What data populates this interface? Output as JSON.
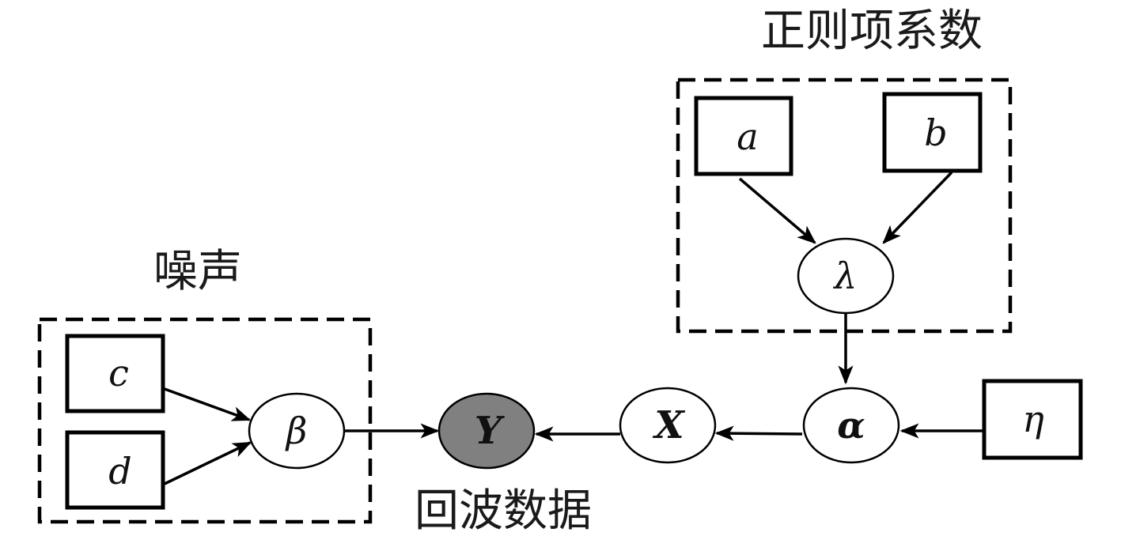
{
  "groups": {
    "regularization": {
      "label": "正则项系数"
    },
    "noise": {
      "label": "噪声"
    },
    "observed": {
      "label": "回波数据"
    }
  },
  "nodes": {
    "a": {
      "symbol": "a",
      "kind": "hyperparameter"
    },
    "b": {
      "symbol": "b",
      "kind": "hyperparameter"
    },
    "c": {
      "symbol": "c",
      "kind": "hyperparameter"
    },
    "d": {
      "symbol": "d",
      "kind": "hyperparameter"
    },
    "eta": {
      "symbol": "η",
      "kind": "hyperparameter"
    },
    "lambda": {
      "symbol": "λ",
      "kind": "latent"
    },
    "beta": {
      "symbol": "β",
      "kind": "latent"
    },
    "alpha": {
      "symbol": "α",
      "kind": "latent"
    },
    "X": {
      "symbol": "X",
      "kind": "latent"
    },
    "Y": {
      "symbol": "Y",
      "kind": "observed"
    }
  },
  "edges": [
    {
      "from": "a",
      "to": "lambda"
    },
    {
      "from": "b",
      "to": "lambda"
    },
    {
      "from": "lambda",
      "to": "alpha"
    },
    {
      "from": "eta",
      "to": "alpha"
    },
    {
      "from": "alpha",
      "to": "X"
    },
    {
      "from": "X",
      "to": "Y"
    },
    {
      "from": "c",
      "to": "beta"
    },
    {
      "from": "d",
      "to": "beta"
    },
    {
      "from": "beta",
      "to": "Y"
    }
  ],
  "colors": {
    "observed_fill": "#808080",
    "stroke": "#000000"
  }
}
